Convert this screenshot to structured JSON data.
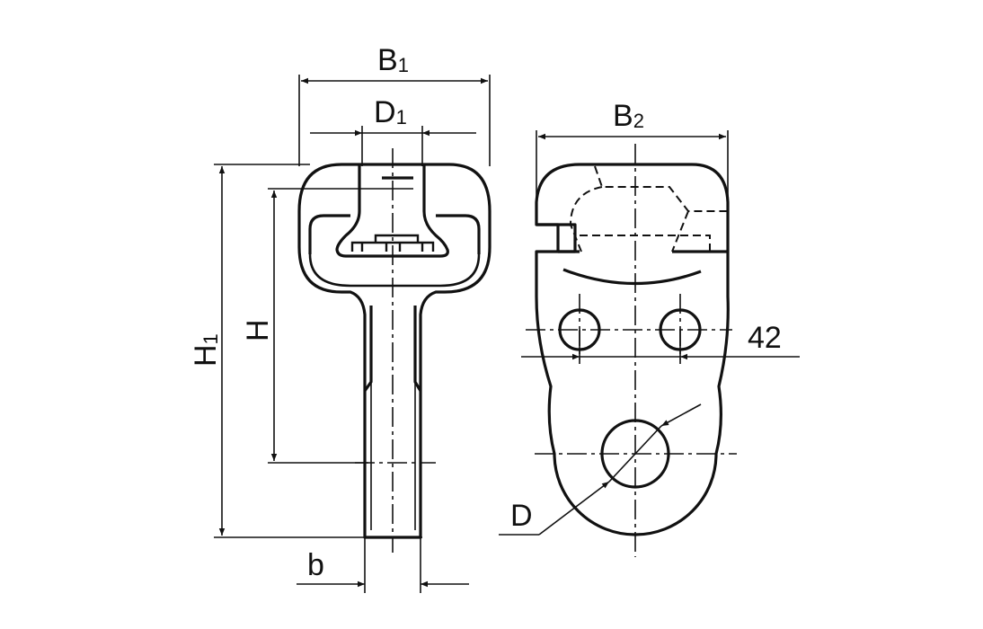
{
  "labels": {
    "b1": {
      "main": "B",
      "sub": "1"
    },
    "d1": {
      "main": "D",
      "sub": "1"
    },
    "b2": {
      "main": "B",
      "sub": "2"
    },
    "h1": {
      "main": "H",
      "sub": "1"
    },
    "h": "H",
    "b": "b",
    "d": "D",
    "dim42": "42"
  }
}
